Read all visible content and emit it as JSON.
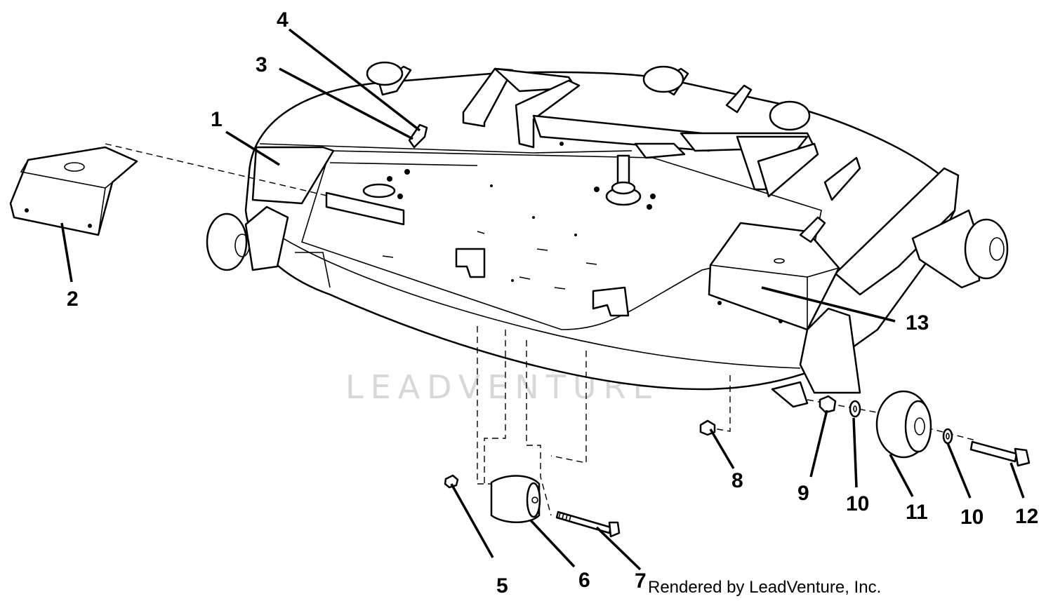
{
  "diagram": {
    "callouts": [
      "1",
      "2",
      "3",
      "4",
      "5",
      "6",
      "7",
      "8",
      "9",
      "10",
      "11",
      "10",
      "12",
      "13"
    ],
    "watermark_text": "LEADVENTURE",
    "credit_text": "Rendered by LeadVenture, Inc.",
    "colors": {
      "line": "#000000",
      "background": "#ffffff",
      "watermark": "#d8d8d8"
    }
  }
}
